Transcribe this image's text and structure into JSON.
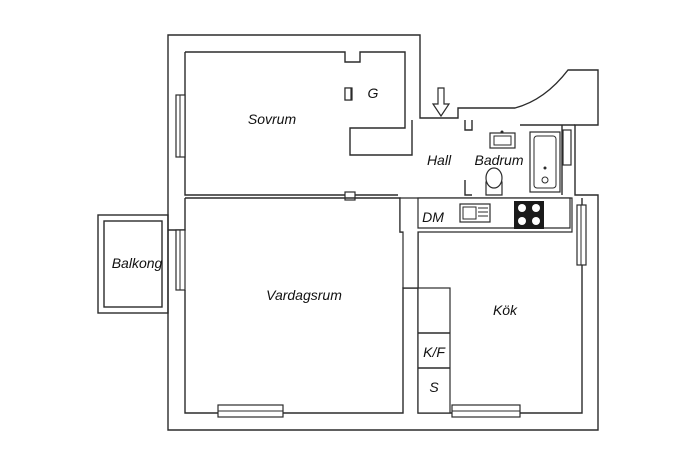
{
  "plan": {
    "rooms": {
      "sovrum": "Sovrum",
      "g": "G",
      "hall": "Hall",
      "badrum": "Badrum",
      "dm": "DM",
      "balkong": "Balkong",
      "vardagsrum": "Vardagsrum",
      "kok": "Kök",
      "kf": "K/F",
      "s": "S"
    },
    "entrance_icon": "down-arrow-icon",
    "colors": {
      "wall": "#2b2b2b",
      "background": "#ffffff",
      "stove": "#1a1a1a"
    }
  }
}
